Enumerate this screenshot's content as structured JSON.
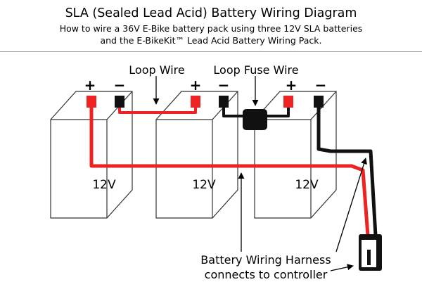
{
  "header": {
    "title": "SLA (Sealed Lead Acid) Battery Wiring Diagram",
    "subtitle_line1": "How to wire a 36V E-Bike battery pack using three 12V SLA batteries",
    "subtitle_line2": "and the E-BikeKit™ Lead Acid Battery Wiring Pack."
  },
  "labels": {
    "loop_wire": "Loop Wire",
    "loop_fuse_wire": "Loop Fuse Wire",
    "harness_line1": "Battery Wiring Harness",
    "harness_line2": "connects to controller"
  },
  "batteries": [
    {
      "voltage": "12V",
      "positive": "+",
      "negative": "−"
    },
    {
      "voltage": "12V",
      "positive": "+",
      "negative": "−"
    },
    {
      "voltage": "12V",
      "positive": "+",
      "negative": "−"
    }
  ],
  "colors": {
    "positive_wire": "#ee2222",
    "negative_wire": "#111111",
    "battery_outline": "#333333"
  }
}
